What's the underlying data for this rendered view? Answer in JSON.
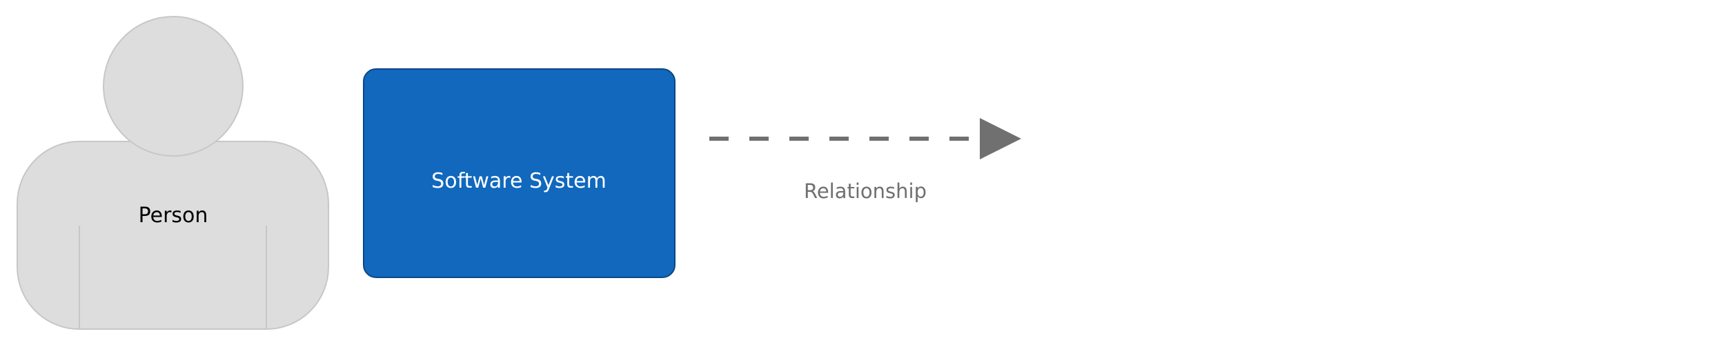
{
  "legend": {
    "person": {
      "label": "Person",
      "fill": "#dddddd",
      "stroke": "#c7c7c7",
      "text_color": "#000000"
    },
    "software_system": {
      "label": "Software System",
      "fill": "#1168bd",
      "stroke": "#0b4884",
      "text_color": "#ffffff"
    },
    "relationship": {
      "label": "Relationship",
      "line_style": "dashed",
      "color": "#707070"
    }
  }
}
